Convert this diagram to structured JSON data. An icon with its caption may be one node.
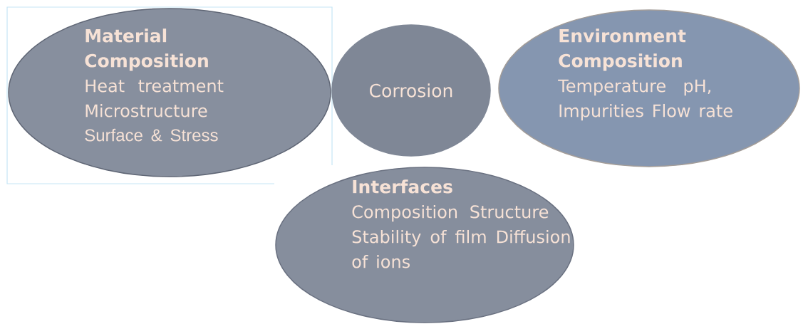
{
  "diagram": {
    "nodes": [
      {
        "text": [
          "Material Composition",
          "Heat treatment Microstructure",
          "Surface & Stress"
        ]
      },
      {
        "text": [
          "Corrosion"
        ]
      },
      {
        "text": [
          "Environment Composition",
          "Temperature pH, Impurities Flow rate"
        ]
      },
      {
        "text": [
          "Interfaces",
          "Composition Structure Stability of film Diffusion of ions"
        ]
      }
    ]
  }
}
